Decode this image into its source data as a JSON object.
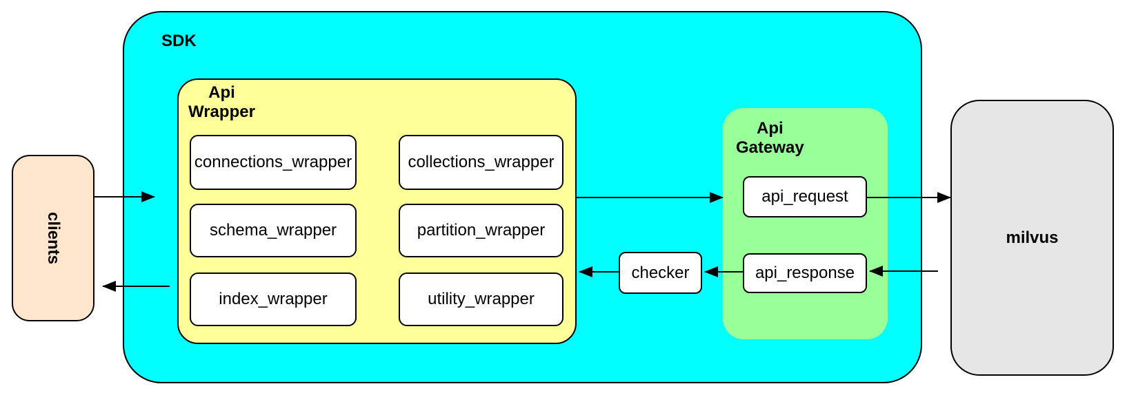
{
  "diagram": {
    "clients_label": "clients",
    "sdk_label": "SDK",
    "api_wrapper": {
      "title_line1": "Api",
      "title_line2": "Wrapper",
      "modules": [
        "connections_wrapper",
        "collections_wrapper",
        "schema_wrapper",
        "partition_wrapper",
        "index_wrapper",
        "utility_wrapper"
      ]
    },
    "checker_label": "checker",
    "api_gateway": {
      "title_line1": "Api",
      "title_line2": "Gateway",
      "request_label": "api_request",
      "response_label": "api_response"
    },
    "milvus_label": "milvus"
  },
  "colors": {
    "sdk_fill": "#00ffff",
    "api_wrapper_fill": "#ffff99",
    "api_gateway_fill": "#99ff99",
    "clients_fill": "#ffe6cc",
    "milvus_fill": "#e6e6e6",
    "node_fill": "#ffffff",
    "stroke": "#000000"
  }
}
